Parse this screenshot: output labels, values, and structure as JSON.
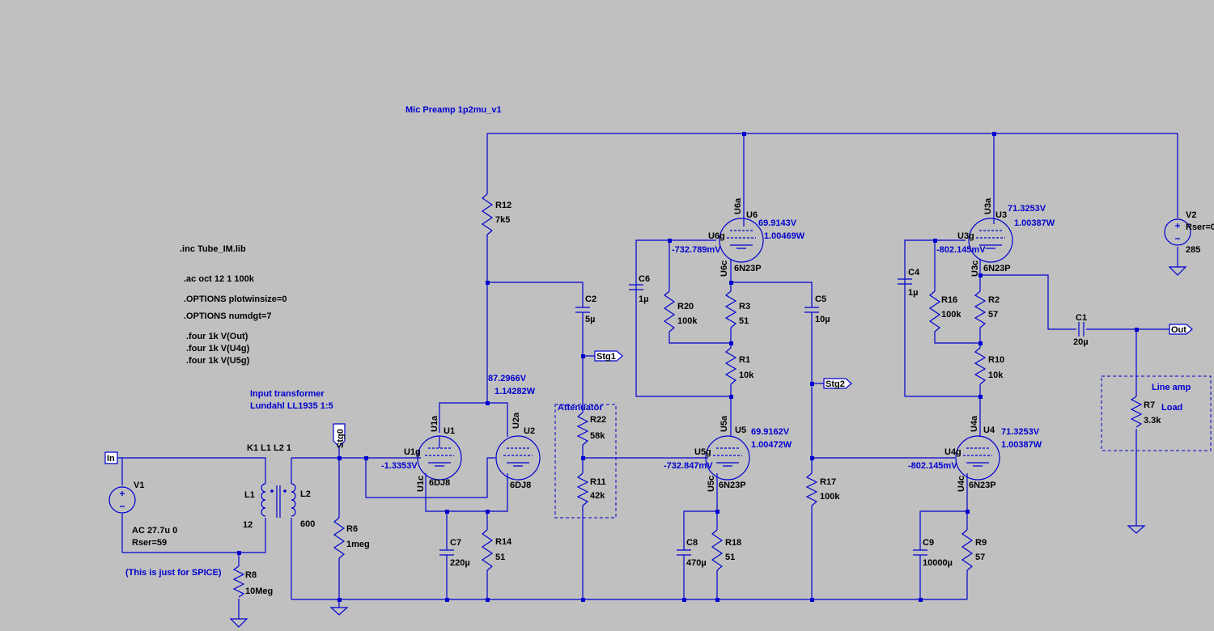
{
  "title": "Mic Preamp 1p2mu_v1",
  "directives": [
    ".inc Tube_IM.lib",
    ".ac oct 12 1 100k",
    ".OPTIONS plotwinsize=0",
    ".OPTIONS numdgt=7",
    ".four 1k V(Out)",
    ".four 1k V(U4g)",
    ".four 1k V(U5g)"
  ],
  "notes": {
    "input_transformer_1": "Input transformer",
    "input_transformer_2": "Lundahl LL1935 1:5",
    "coupling": "K1 L1 L2 1",
    "spice_note": "(This is just for SPICE)",
    "attenuator": "Attenuator",
    "line_amp": "Line amp",
    "load": "Load"
  },
  "net_labels": {
    "in": "In",
    "stg0": "Stg0",
    "stg1": "Stg1",
    "stg2": "Stg2",
    "out": "Out"
  },
  "sources": {
    "V1": {
      "name": "V1",
      "line1": "AC 27.7u 0",
      "line2": "Rser=59"
    },
    "V2": {
      "name": "V2",
      "line1": "Rser=0",
      "value": "285"
    }
  },
  "inductors": {
    "L1": {
      "name": "L1",
      "value": "12"
    },
    "L2": {
      "name": "L2",
      "value": "600"
    }
  },
  "resistors": {
    "R1": {
      "name": "R1",
      "value": "10k"
    },
    "R2": {
      "name": "R2",
      "value": "57"
    },
    "R3": {
      "name": "R3",
      "value": "51"
    },
    "R6": {
      "name": "R6",
      "value": "1meg"
    },
    "R7": {
      "name": "R7",
      "value": "3.3k"
    },
    "R8": {
      "name": "R8",
      "value": "10Meg"
    },
    "R9": {
      "name": "R9",
      "value": "57"
    },
    "R10": {
      "name": "R10",
      "value": "10k"
    },
    "R11": {
      "name": "R11",
      "value": "42k"
    },
    "R12": {
      "name": "R12",
      "value": "7k5"
    },
    "R14": {
      "name": "R14",
      "value": "51"
    },
    "R16": {
      "name": "R16",
      "value": "100k"
    },
    "R17": {
      "name": "R17",
      "value": "100k"
    },
    "R18": {
      "name": "R18",
      "value": "51"
    },
    "R20": {
      "name": "R20",
      "value": "100k"
    },
    "R22": {
      "name": "R22",
      "value": "58k"
    }
  },
  "capacitors": {
    "C1": {
      "name": "C1",
      "value": "20µ"
    },
    "C2": {
      "name": "C2",
      "value": "5µ"
    },
    "C4": {
      "name": "C4",
      "value": "1µ"
    },
    "C5": {
      "name": "C5",
      "value": "10µ"
    },
    "C6": {
      "name": "C6",
      "value": "1µ"
    },
    "C7": {
      "name": "C7",
      "value": "220µ"
    },
    "C8": {
      "name": "C8",
      "value": "470µ"
    },
    "C9": {
      "name": "C9",
      "value": "10000µ"
    }
  },
  "tubes": {
    "U1": {
      "name": "U1",
      "model": "6DJ8",
      "anode": "U1a",
      "grid": "U1g",
      "cathode": "U1c"
    },
    "U2": {
      "name": "U2",
      "model": "6DJ8",
      "anode": "U2a"
    },
    "U3": {
      "name": "U3",
      "model": "6N23P",
      "anode": "U3a",
      "grid": "U3g",
      "cathode": "U3c"
    },
    "U4": {
      "name": "U4",
      "model": "6N23P",
      "anode": "U4a",
      "grid": "U4g",
      "cathode": "U4c"
    },
    "U5": {
      "name": "U5",
      "model": "6N23P",
      "anode": "U5a",
      "grid": "U5g",
      "cathode": "U5c"
    },
    "U6": {
      "name": "U6",
      "model": "6N23P",
      "anode": "U6a",
      "grid": "U6g",
      "cathode": "U6c"
    }
  },
  "op_points": {
    "u12_v": "87.2966V",
    "u12_w": "1.14282W",
    "u1g": "-1.3353V",
    "u6_v": "69.9143V",
    "u6_w": "1.00469W",
    "u6g": "-732.789mV",
    "u5_v": "69.9162V",
    "u5_w": "1.00472W",
    "u5g": "-732.847mV",
    "u3_v": "71.3253V",
    "u3_w": "1.00387W",
    "u3g": "-802.145mV",
    "u4_v": "71.3253V",
    "u4_w": "1.00387W",
    "u4g": "-802.145mV"
  }
}
